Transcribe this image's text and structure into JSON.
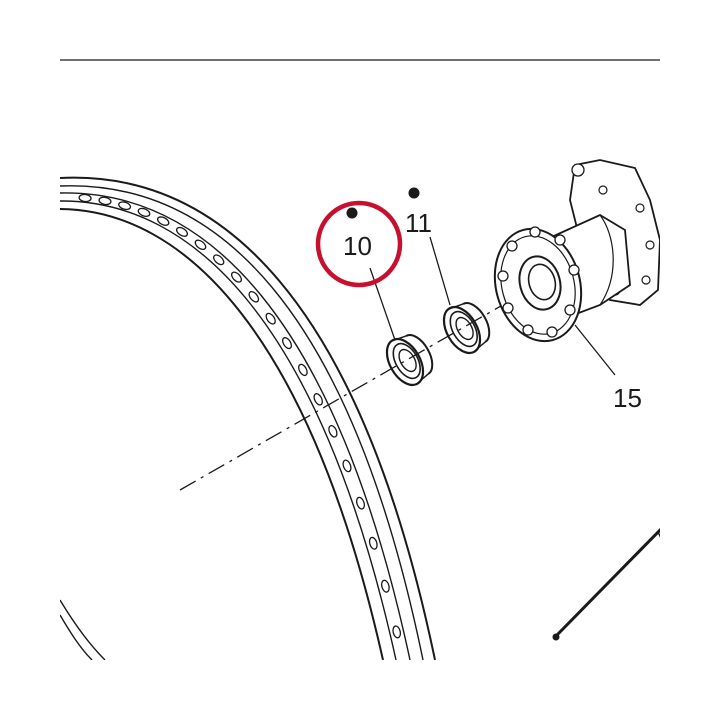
{
  "callouts": {
    "seal_left": "10",
    "seal_right": "11",
    "hub": "15"
  },
  "colors": {
    "line": "#1a1a1a",
    "highlight": "#c8102e",
    "background": "#ffffff"
  }
}
